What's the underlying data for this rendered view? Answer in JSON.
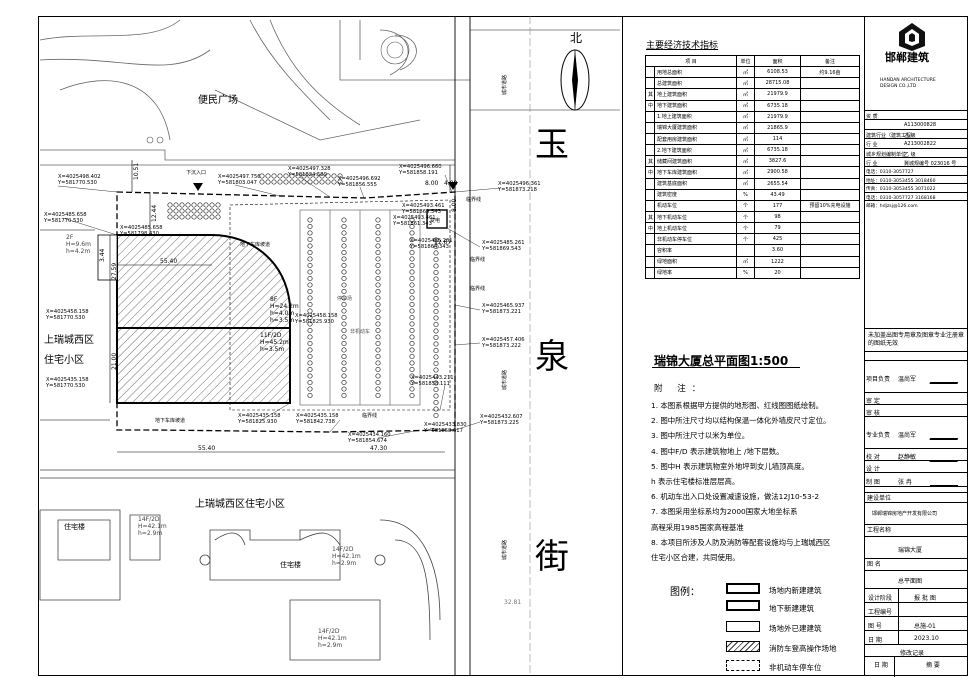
{
  "map": {
    "north_label": "北",
    "street_chars": [
      "玉",
      "泉",
      "街"
    ],
    "area_labels": {
      "plaza": "便民广场",
      "east_residential_1": "上瑞城西区",
      "east_residential_2": "住宅小区",
      "south_residential": "上瑞城西区住宅小区",
      "house_a": "住宅楼",
      "house_b": "住宅楼"
    },
    "buildings": {
      "main_tag": "8F",
      "main_h": "H=24.2m",
      "main_h2": "h=4.0m",
      "main_h3": "h=3.5m",
      "podium_tag": "11F/2D",
      "podium_h": "H=45.2m",
      "podium_h2": "h=3.5m",
      "small_tag": "2F",
      "small_h": "H=9.6m",
      "small_h2": "h=4.2m",
      "house_a_tag": "14F/2D",
      "house_a_h": "H=42.1m",
      "house_a_h2": "h=2.9m",
      "house_b_tag": "14F/2D",
      "house_b_h": "H=42.1m",
      "house_b_h2": "h=2.9m",
      "house_c_tag": "14F/2D",
      "house_c_h": "H=42.1m",
      "house_c_h2": "h=2.9m"
    },
    "coords": [
      {
        "x": "X=4025498.402",
        "y": "Y=581770.530"
      },
      {
        "x": "X=4025497.756",
        "y": "Y=581803.047"
      },
      {
        "x": "X=4025497.328",
        "y": "Y=581824.589"
      },
      {
        "x": "X=4025496.692",
        "y": "Y=581856.555"
      },
      {
        "x": "X=4025496.660",
        "y": "Y=581858.191"
      },
      {
        "x": "X=4025496.361",
        "y": "Y=581873.218"
      },
      {
        "x": "X=4025485.658",
        "y": "Y=581770.530"
      },
      {
        "x": "X=4025485.658",
        "y": "Y=581798.430"
      },
      {
        "x": "X=4025493.461",
        "y": "Y=581861.343"
      },
      {
        "x": "X=4025493.461",
        "y": "Y=581869.543"
      },
      {
        "x": "X=4025485.261",
        "y": "Y=581864.343"
      },
      {
        "x": "X=4025485.261",
        "y": "Y=581869.543"
      },
      {
        "x": "X=4025465.937",
        "y": "Y=581873.221"
      },
      {
        "x": "X=4025458.158",
        "y": "Y=581770.530"
      },
      {
        "x": "X=4025458.158",
        "y": "Y=581825.930"
      },
      {
        "x": "X=4025457.406",
        "y": "Y=581873.222"
      },
      {
        "x": "X=4025435.158",
        "y": "Y=581770.530"
      },
      {
        "x": "X=4025443.211",
        "y": "Y=581858.111"
      },
      {
        "x": "X=4025435.158",
        "y": "Y=581825.930"
      },
      {
        "x": "X=4025435.158",
        "y": "Y=581842.738"
      },
      {
        "x": "X=4025434.160",
        "y": "Y=581854.674"
      },
      {
        "x": "X=4025433.830",
        "y": "Y=581858.617"
      },
      {
        "x": "X=4025432.607",
        "y": "Y=581873.225"
      }
    ],
    "dims": [
      "10.51",
      "12.44",
      "27.59",
      "55.40",
      "21.00",
      "3.44",
      "55.40",
      "47.30",
      "8.00",
      "4.08",
      "8.00",
      "12.67"
    ],
    "small_labels": [
      "下沉入口",
      "地下车库坡道",
      "地下车库坡道",
      "临界线",
      "临界线",
      "临界线",
      "临界线",
      "非机动车",
      "停车场",
      "变电"
    ],
    "road_labels": [
      "城市道路",
      "城市道路",
      "城市道路"
    ],
    "street_dim": "32.81"
  },
  "econ": {
    "title": "主要经济技术指标",
    "header": [
      "项  目",
      "单位",
      "面积",
      "备注"
    ],
    "rows": [
      [
        "",
        "用地总面积",
        "㎡",
        "6108.53",
        "约9.16亩"
      ],
      [
        "",
        "总建筑面积",
        "㎡",
        "28715.08",
        ""
      ],
      [
        "其",
        "地上建筑面积",
        "㎡",
        "21979.9",
        ""
      ],
      [
        "中",
        "地下建筑面积",
        "㎡",
        "6735.18",
        ""
      ],
      [
        "",
        "1.地上建筑面积",
        "㎡",
        "21979.9",
        ""
      ],
      [
        "",
        "瑞锦大厦建筑面积",
        "㎡",
        "21865.9",
        ""
      ],
      [
        "",
        "配套用房建筑面积",
        "㎡",
        "114",
        ""
      ],
      [
        "",
        "2.地下建筑面积",
        "㎡",
        "6735.18",
        ""
      ],
      [
        "其",
        "储藏间建筑面积",
        "㎡",
        "3827.6",
        ""
      ],
      [
        "中",
        "地下车库建筑面积",
        "㎡",
        "2900.58",
        ""
      ],
      [
        "",
        "建筑基底面积",
        "㎡",
        "2655.54",
        ""
      ],
      [
        "",
        "建筑密度",
        "%",
        "43.49",
        ""
      ],
      [
        "",
        "机动车位",
        "个",
        "177",
        "预留10%充电设施"
      ],
      [
        "其",
        "地下机动车位",
        "个",
        "98",
        ""
      ],
      [
        "中",
        "地上机动车位",
        "个",
        "79",
        ""
      ],
      [
        "",
        "非机动车停车位",
        "个",
        "425",
        ""
      ],
      [
        "",
        "容积率",
        "",
        "3.60",
        ""
      ],
      [
        "",
        "绿地面积",
        "㎡",
        "1222",
        ""
      ],
      [
        "",
        "绿地率",
        "%",
        "20",
        ""
      ]
    ]
  },
  "notes": {
    "title": "瑞锦大厦总平面图1:500",
    "head": "附  注：",
    "lines": [
      "1. 本图系根据甲方提供的地形图、红线图图纸绘制。",
      "2. 图中所注尺寸均以结构保温一体化外墙皮尺寸定位。",
      "3. 图中所注尺寸以米为单位。",
      "4. 图中F/D 表示建筑物地上 /地下层数。",
      "5. 图中H 表示建筑物室外地坪到女儿墙顶高度。",
      "   h 表示住宅楼标准层层高。",
      "6. 机动车出入口处设置减速设施，做法12J10-53-2",
      "7. 本图采用坐标系均为2000国家大地坐标系",
      "   高程采用1985国家高程基准",
      "8. 本项目所涉及人防及消防等配套设施均与上瑞城西区",
      "   住宅小区合建，共同使用。"
    ]
  },
  "legend": {
    "title": "图例：",
    "items": [
      "场地内新建建筑",
      "地下新建建筑",
      "场地外已建建筑",
      "消防车登高操作场地",
      "非机动车停车位"
    ]
  },
  "titleblock": {
    "company_cn": "邯郸建筑",
    "company_en_1": "HANDAN ARCHITECTURE",
    "company_en_2": "DESIGN CO.,LTD",
    "cert_rows": [
      [
        "资  质",
        ""
      ],
      [
        "",
        "A113000828"
      ],
      [
        "建筑行业（建筑工程）",
        "乙 级"
      ],
      [
        "行  业",
        "A213002822"
      ],
      [
        "城乡规划编制单位",
        "乙 级"
      ],
      [
        "行  业",
        "冀城规编号 023016 号"
      ]
    ],
    "contact_rows": [
      "电话：0310-3057727",
      "地址：0310-3053455  3018460",
      "传真：0310-3053455  3071022",
      "电话：0310-3057727  3168168",
      "邮箱：hdjzsj@126.com"
    ],
    "stamp_note": "未加盖出图专用章及图章专业注册章的图纸无效",
    "roles": [
      [
        "项目负责",
        "温尚军"
      ],
      [
        "审  定",
        ""
      ],
      [
        "审  核",
        ""
      ],
      [
        "专业负责",
        "温尚军"
      ],
      [
        "校  对",
        "赵静敏"
      ],
      [
        "设  计",
        ""
      ],
      [
        "制  图",
        "张 冉"
      ]
    ],
    "client_label": "建设单位",
    "client": "邯郸瑞锦房地产开发有限公司",
    "project_label": "工程名称",
    "project": "瑞锦大厦",
    "drawing_label": "图  名",
    "drawing": "总平面图",
    "meta": [
      [
        "设计阶段",
        "报 批 图"
      ],
      [
        "工程编号",
        ""
      ],
      [
        "图  号",
        "总施-01"
      ],
      [
        "日  期",
        "2023.10"
      ]
    ],
    "revision": "修改记录",
    "revision_cols": [
      "日  期",
      "摘  要"
    ]
  },
  "colors": {
    "line": "#000000",
    "map_gray": "#555555",
    "hatch": "#333333"
  }
}
